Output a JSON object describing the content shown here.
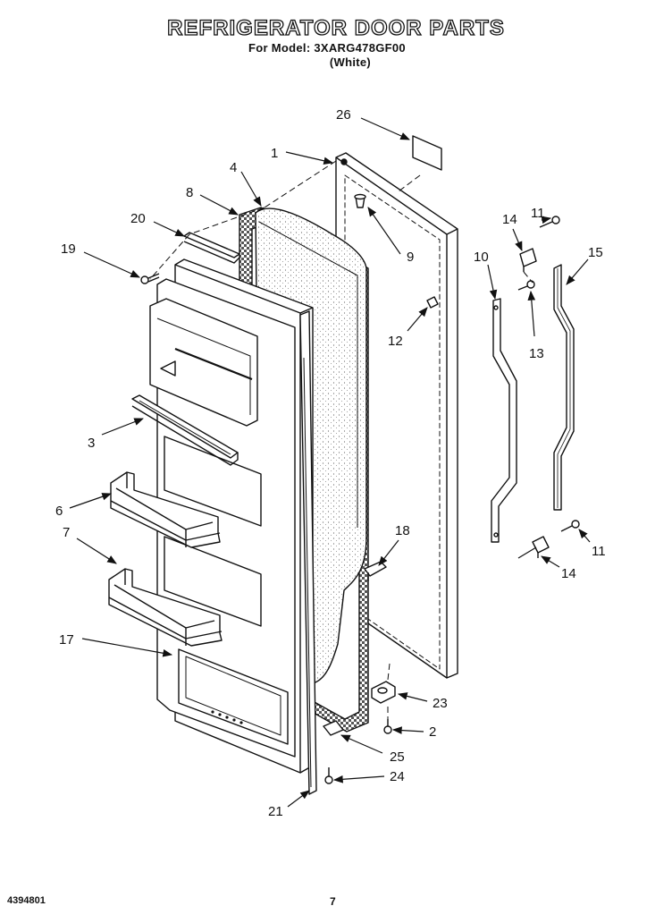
{
  "header": {
    "title": "REFRIGERATOR DOOR PARTS",
    "model_line": "For Model: 3XARG478GF00",
    "color_line": "(White)"
  },
  "footer": {
    "part_number": "4394801",
    "page_number": "7"
  },
  "diagram": {
    "callouts": [
      "1",
      "2",
      "3",
      "4",
      "6",
      "7",
      "8",
      "9",
      "10",
      "11",
      "11",
      "12",
      "13",
      "14",
      "14",
      "15",
      "17",
      "18",
      "19",
      "20",
      "21",
      "23",
      "24",
      "25",
      "26"
    ],
    "colors": {
      "line": "#111111",
      "background": "#ffffff"
    }
  }
}
